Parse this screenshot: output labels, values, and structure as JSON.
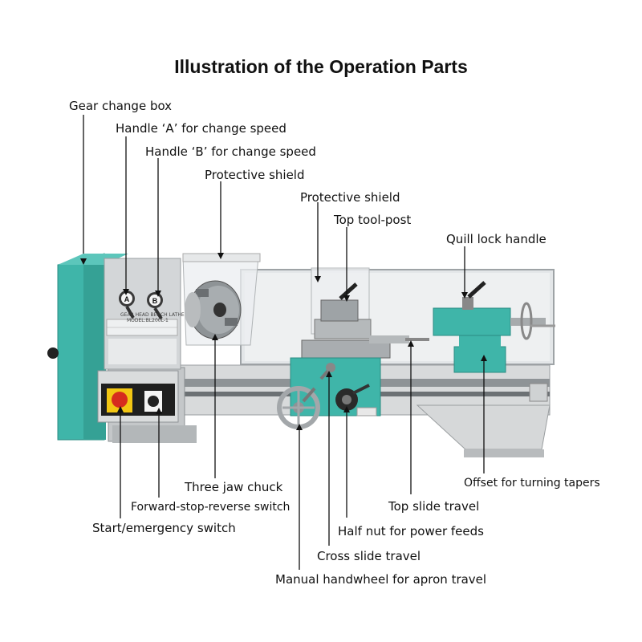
{
  "title": "Illustration of the Operation Parts",
  "labels": {
    "gear_change_box": "Gear change box",
    "handle_a": "Handle ‘A’ for change speed",
    "handle_b": "Handle ‘B’ for change speed",
    "protective_shield_1": "Protective shield",
    "protective_shield_2": "Protective shield",
    "top_tool_post": "Top tool-post",
    "quill_lock_handle": "Quill lock handle",
    "three_jaw_chuck": "Three jaw chuck",
    "offset_tapers": "Offset for  turning tapers",
    "forward_stop_reverse": "Forward-stop-reverse switch",
    "top_slide_travel": "Top slide travel",
    "start_emergency": "Start/emergency switch",
    "half_nut": "Half nut for power feeds",
    "cross_slide_travel": "Cross slide travel",
    "manual_handwheel": "Manual handwheel for apron travel"
  },
  "machine": {
    "knob_a": "A",
    "knob_b": "B",
    "plate_text": "GEAR HEAD BENCH LATHE",
    "model_text": "MODEL:BL200L-1"
  },
  "colors": {
    "machine_teal": "#3fb5a9",
    "machine_gray": "#c9cbcc",
    "emergency_red": "#d62b1e",
    "emergency_yellow": "#f2c613",
    "leader_line": "#111111"
  }
}
